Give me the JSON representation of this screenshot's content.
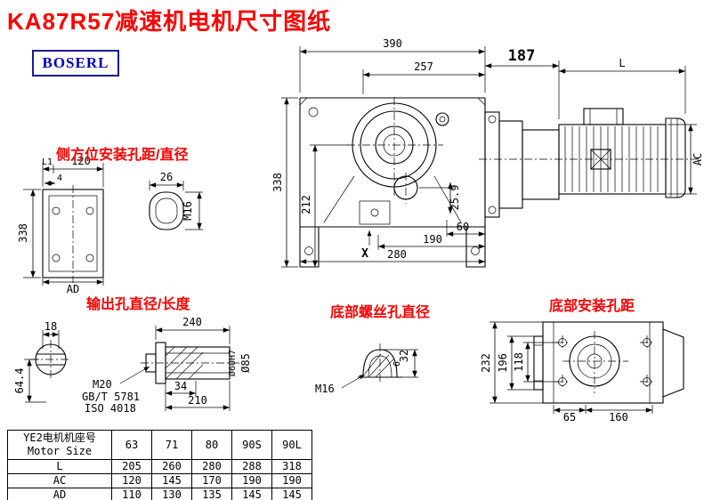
{
  "title": "KA87R57减速机电机尺寸图纸",
  "logo": "BOSERL",
  "main_view": {
    "top_width": "390",
    "flange_width": "257",
    "adapter_len": "187",
    "motor_len": "L",
    "motor_dia": "AC",
    "height": "338",
    "center_height": "212",
    "hole_offset": "25.9",
    "d60": "60",
    "d190": "190",
    "d280": "280",
    "x_mark": "X"
  },
  "side_mount": {
    "label": "侧方位安装孔距/直径",
    "l1": "L1",
    "d120": "120",
    "d4": "4",
    "d338": "338",
    "ad": "AD",
    "d26": "26",
    "m16": "M16"
  },
  "output_hole": {
    "label": "输出孔直径/长度",
    "d18": "18",
    "d64_4": "64.4",
    "d240": "240",
    "m20": "M20",
    "gb": "GB/T 5781",
    "iso": "ISO 4018",
    "d34": "34",
    "d210": "210",
    "bore": "Ø60H7",
    "od": "Ø85"
  },
  "bottom_screw": {
    "label": "底部螺丝孔直径",
    "d32": "32",
    "d6": "6",
    "m16": "M16"
  },
  "bottom_mount": {
    "label": "底部安装孔距",
    "d232": "232",
    "d196": "196",
    "d118": "118",
    "d65": "65",
    "d160": "160"
  },
  "table": {
    "header_cn": "YE2电机机座号",
    "header_en": "Motor Size",
    "sizes": [
      "63",
      "71",
      "80",
      "90S",
      "90L"
    ],
    "rows": [
      {
        "name": "L",
        "values": [
          "205",
          "260",
          "280",
          "288",
          "318"
        ]
      },
      {
        "name": "AC",
        "values": [
          "120",
          "145",
          "170",
          "190",
          "190"
        ]
      },
      {
        "name": "AD",
        "values": [
          "110",
          "130",
          "135",
          "145",
          "145"
        ]
      }
    ]
  },
  "colors": {
    "title_red": "#fe0000",
    "logo_blue": "#0000bb"
  }
}
